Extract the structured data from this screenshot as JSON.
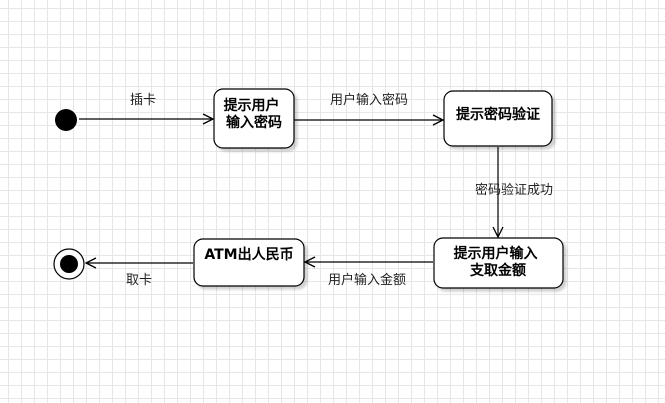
{
  "colors": {
    "background": "#ffffff",
    "grid": "#e6e6e6",
    "stroke": "#000000",
    "node_fill": "#ffffff",
    "text": "#000000"
  },
  "states": [
    {
      "id": "s1",
      "lines": [
        "提示用户",
        "输入密码"
      ]
    },
    {
      "id": "s2",
      "lines": [
        "提示密码验证"
      ]
    },
    {
      "id": "s3",
      "lines": [
        "提示用户输入",
        "支取金额"
      ]
    },
    {
      "id": "s4",
      "lines": [
        "ATM出人民币"
      ]
    }
  ],
  "transitions": [
    {
      "from": "initial",
      "to": "s1",
      "label": "插卡"
    },
    {
      "from": "s1",
      "to": "s2",
      "label": "用户输入密码"
    },
    {
      "from": "s2",
      "to": "s3",
      "label": "密码验证成功"
    },
    {
      "from": "s3",
      "to": "s4",
      "label": "用户输入金额"
    },
    {
      "from": "s4",
      "to": "final",
      "label": "取卡"
    }
  ]
}
